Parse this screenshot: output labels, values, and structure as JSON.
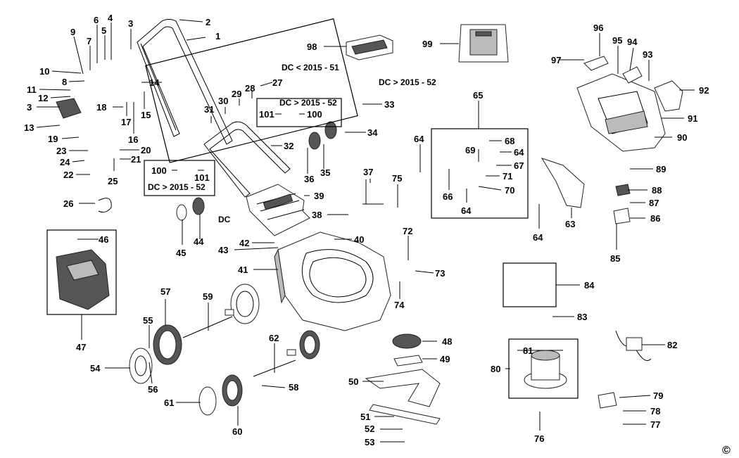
{
  "labels": {
    "n1": "1",
    "n2": "2",
    "n3a": "3",
    "n3b": "3",
    "n4": "4",
    "n5": "5",
    "n6": "6",
    "n7": "7",
    "n8": "8",
    "n9": "9",
    "n10": "10",
    "n11": "11",
    "n12": "12",
    "n13": "13",
    "n14": "14",
    "n15": "15",
    "n16": "16",
    "n17": "17",
    "n18": "18",
    "n19": "19",
    "n20": "20",
    "n21": "21",
    "n22": "22",
    "n23": "23",
    "n24": "24",
    "n25": "25",
    "n26": "26",
    "n27": "27",
    "n28": "28",
    "n29": "29",
    "n30": "30",
    "n31": "31",
    "n32": "32",
    "n33": "33",
    "n34": "34",
    "n35": "35",
    "n36": "36",
    "n37": "37",
    "n38": "38",
    "n39": "39",
    "n40": "40",
    "n41": "41",
    "n42": "42",
    "n43": "43",
    "n44": "44",
    "n45": "45",
    "n46": "46",
    "n47": "47",
    "n48": "48",
    "n49": "49",
    "n50": "50",
    "n51": "51",
    "n52": "52",
    "n53": "53",
    "n54": "54",
    "n55": "55",
    "n56": "56",
    "n57": "57",
    "n58": "58",
    "n59": "59",
    "n60": "60",
    "n61": "61",
    "n62": "62",
    "n63": "63",
    "n64a": "64",
    "n64b": "64",
    "n64c": "64",
    "n64d": "64",
    "n65": "65",
    "n66": "66",
    "n67": "67",
    "n68": "68",
    "n69": "69",
    "n70": "70",
    "n71": "71",
    "n72": "72",
    "n73": "73",
    "n74": "74",
    "n75": "75",
    "n76": "76",
    "n77": "77",
    "n78": "78",
    "n79": "79",
    "n80": "80",
    "n81": "81",
    "n82": "82",
    "n83": "83",
    "n84": "84",
    "n85": "85",
    "n86": "86",
    "n87": "87",
    "n88": "88",
    "n89": "89",
    "n90": "90",
    "n91": "91",
    "n92": "92",
    "n93": "93",
    "n94": "94",
    "n95": "95",
    "n96": "96",
    "n97": "97",
    "n98": "98",
    "n99": "99",
    "n100a": "100",
    "n100b": "100",
    "n101a": "101",
    "n101b": "101"
  },
  "captions": {
    "dc_lt_2015_51": "DC < 2015 - 51",
    "dc_gt_2015_52_top": "DC > 2015 - 52",
    "dc_gt_2015_52_box": "DC > 2015 - 52",
    "dc_gt_2015_52_left": "DC > 2015 - 52",
    "dc": "DC"
  },
  "copyright": "©"
}
